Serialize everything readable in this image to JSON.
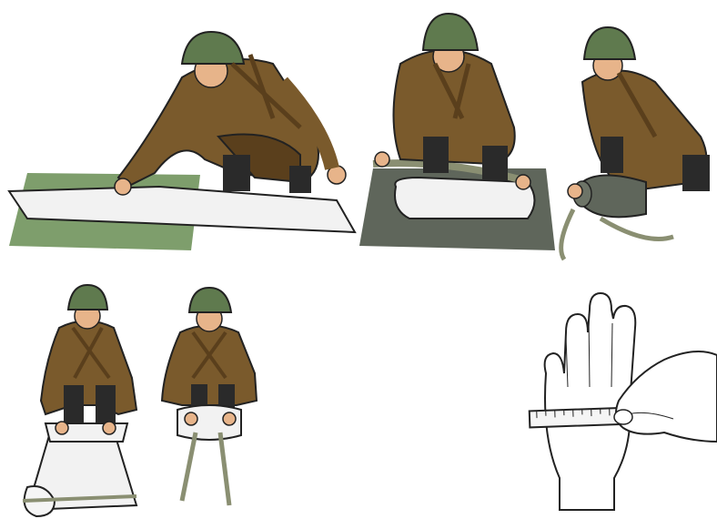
{
  "colors": {
    "background": "#ffffff",
    "uniform": "#7a5a2c",
    "uniform_dark": "#5a3f1c",
    "helmet": "#5f7a4e",
    "helmet_dark": "#42573a",
    "skin": "#e7b48a",
    "boots": "#2a2a2a",
    "mat_green": "#7e9e6c",
    "mat_dark": "#5f665b",
    "cloth": "#f2f2f2",
    "strap": "#8a8f72",
    "tape": "#f5f5f5",
    "line": "#222222"
  },
  "illustration": {
    "panels": [
      {
        "id": "step-1",
        "icon": "soldier-laying-cloth-on-mat"
      },
      {
        "id": "step-2",
        "icon": "soldier-folding-cloth"
      },
      {
        "id": "step-3",
        "icon": "soldier-rolling-cloth"
      },
      {
        "id": "step-4",
        "icon": "soldier-tying-roll-front"
      },
      {
        "id": "step-5",
        "icon": "soldier-tying-roll-straps"
      },
      {
        "id": "hand-measure",
        "icon": "hand-measuring-tape"
      }
    ]
  }
}
